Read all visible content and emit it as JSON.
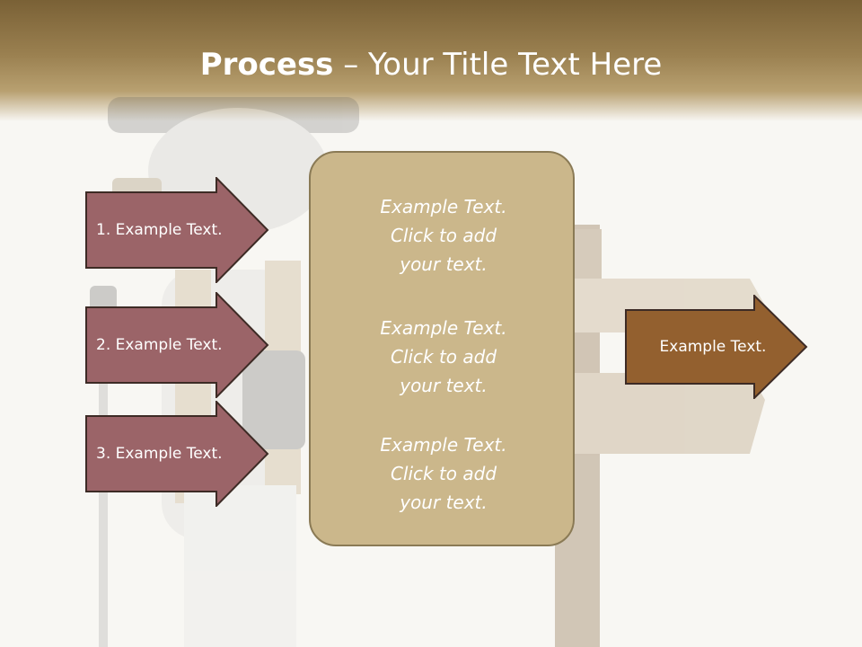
{
  "slide": {
    "title_bold": "Process",
    "title_rest": " – Your Title Text Here"
  },
  "left_steps": [
    {
      "label": "1. Example Text."
    },
    {
      "label": "2. Example Text."
    },
    {
      "label": "3. Example Text."
    }
  ],
  "center_panel": {
    "blocks": [
      {
        "text": "Example Text.\nClick  to add\nyour text."
      },
      {
        "text": "Example Text.\nClick  to add\nyour text."
      },
      {
        "text": "Example Text.\nClick  to add\nyour text."
      }
    ]
  },
  "right_arrow": {
    "label": "Example Text."
  },
  "colors": {
    "header": "#7a6136",
    "left_arrow_fill": "#9b6468",
    "left_arrow_border": "#3d2b25",
    "panel_fill": "#cbb78b",
    "right_arrow_fill": "#93602f"
  }
}
